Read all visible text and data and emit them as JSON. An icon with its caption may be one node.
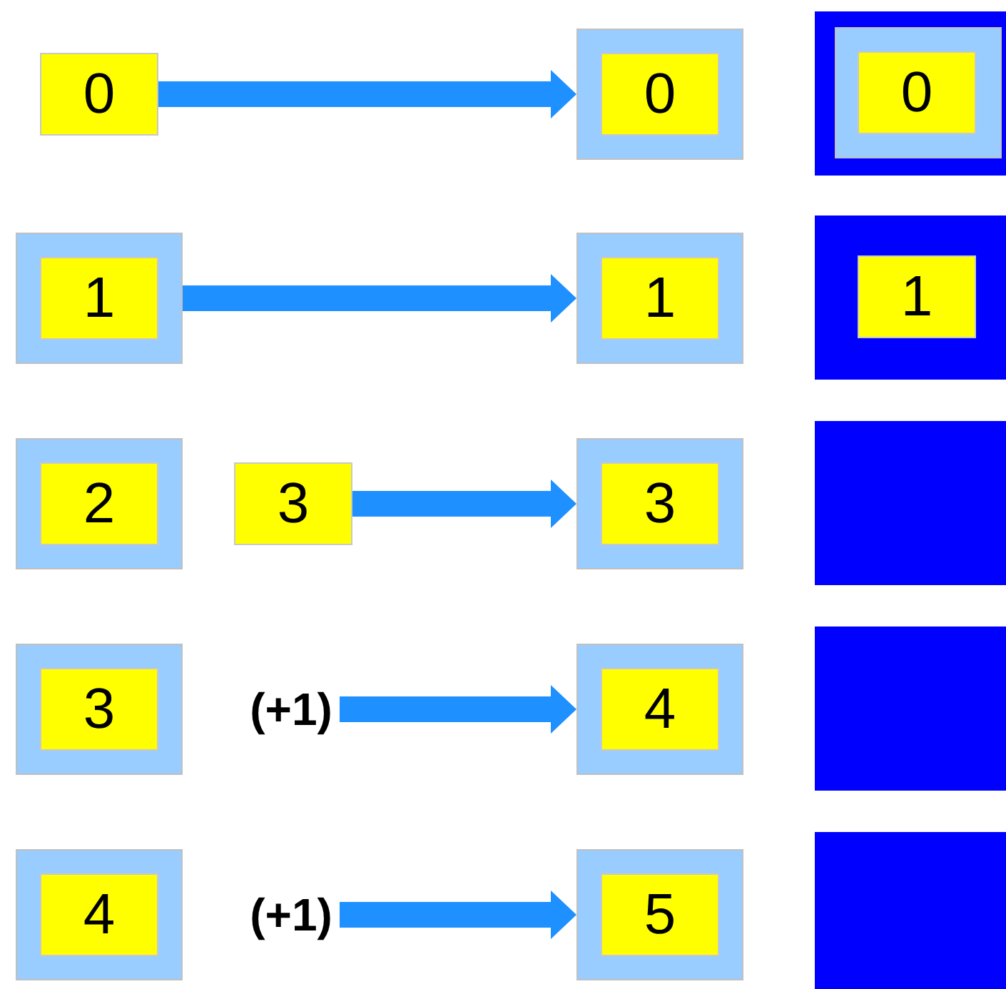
{
  "diagram": {
    "nodes": [
      {
        "text": [
          "0"
        ]
      },
      {
        "text": [],
        "shape": "box"
      },
      {
        "text": [
          "0"
        ],
        "in": 1
      },
      {
        "text": [],
        "shape": "box"
      },
      {
        "text": [],
        "shape": "box",
        "in": 3
      },
      {
        "text": [
          "0"
        ],
        "in": 4
      },
      {
        "text": [],
        "shape": "box"
      },
      {
        "text": [
          "1"
        ],
        "in": 6
      },
      {
        "text": [],
        "shape": "box"
      },
      {
        "text": [
          "1"
        ],
        "in": 8
      },
      {
        "text": [],
        "shape": "box"
      },
      {
        "text": [
          "1"
        ],
        "in": 10
      },
      {
        "text": [],
        "shape": "box"
      },
      {
        "text": [
          "2"
        ],
        "in": 12
      },
      {
        "text": [
          "3"
        ]
      },
      {
        "text": [],
        "shape": "box"
      },
      {
        "text": [
          "3"
        ],
        "in": 15
      },
      {
        "text": [],
        "shape": "box"
      },
      {
        "text": [],
        "shape": "box"
      },
      {
        "text": [
          "3"
        ],
        "in": 18
      },
      {
        "text": [
          "(+1)"
        ]
      },
      {
        "text": [],
        "shape": "box"
      },
      {
        "text": [
          "4"
        ],
        "in": 21
      },
      {
        "text": [],
        "shape": "box"
      },
      {
        "text": [],
        "shape": "box"
      },
      {
        "text": [
          "4"
        ],
        "in": 24
      },
      {
        "text": [
          "(+1)"
        ]
      },
      {
        "text": [],
        "shape": "box"
      },
      {
        "text": [
          "5"
        ],
        "in": 27
      },
      {
        "text": [],
        "shape": "box"
      }
    ],
    "edges": [
      {
        "from": 0,
        "to": 1,
        "arrow": "to"
      },
      {
        "from": 6,
        "to": 8,
        "arrow": "to"
      },
      {
        "from": 14,
        "to": 15,
        "arrow": "to"
      },
      {
        "from": 20,
        "to": 21,
        "arrow": "to"
      },
      {
        "from": 26,
        "to": 27,
        "arrow": "to"
      }
    ]
  }
}
